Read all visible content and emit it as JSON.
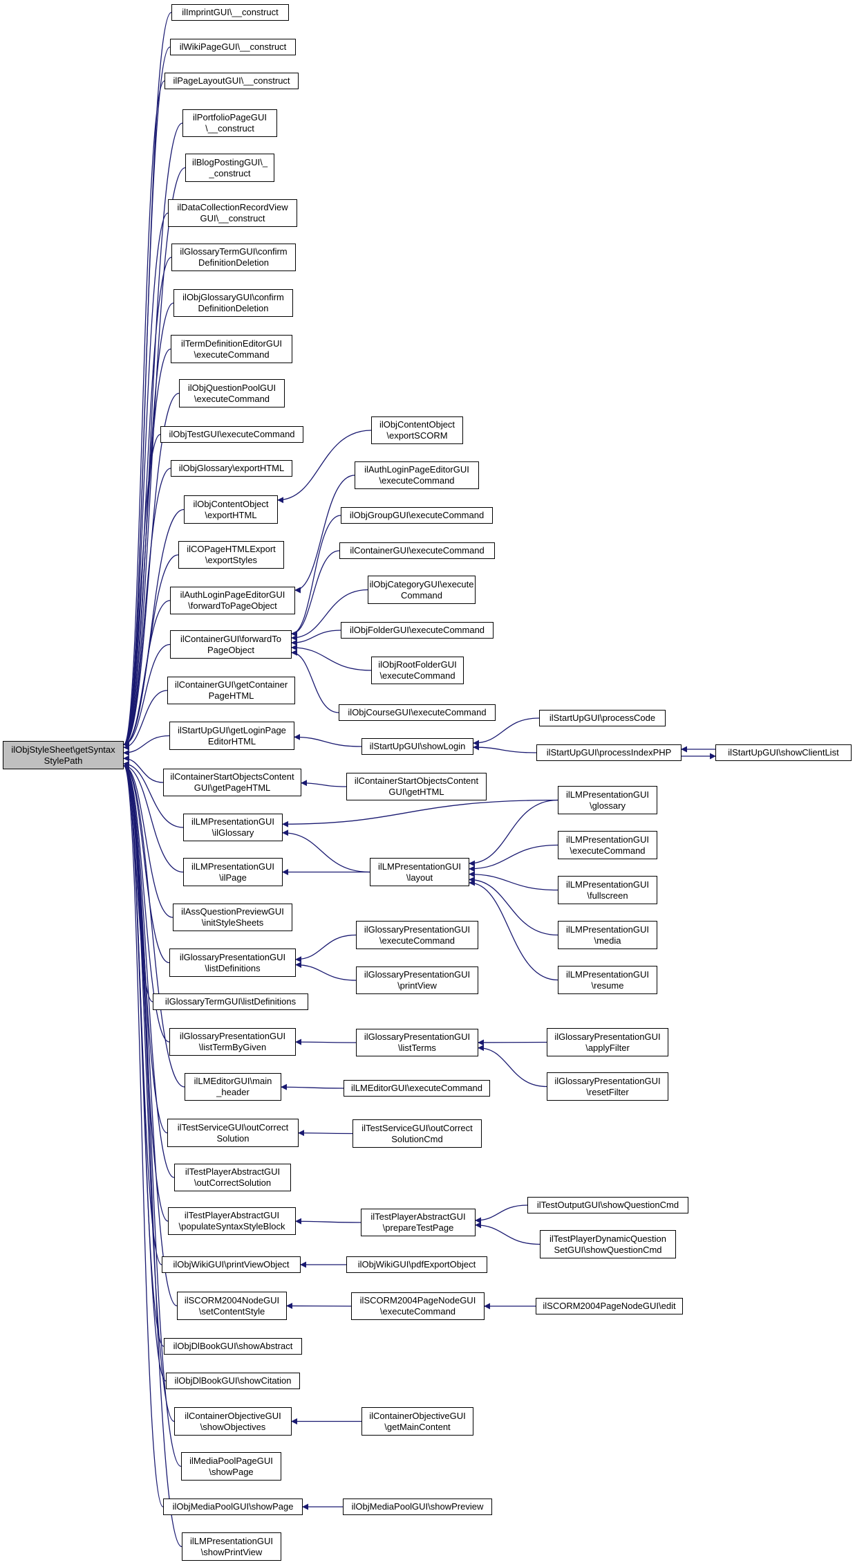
{
  "nodes": {
    "root": "ilObjStyleSheet\\getSyntax\nStylePath",
    "c0": "ilImprintGUI\\__construct",
    "c1": "ilWikiPageGUI\\__construct",
    "c2": "ilPageLayoutGUI\\__construct",
    "c3": "ilPortfolioPageGUI\n\\__construct",
    "c4": "ilBlogPostingGUI\\_\n_construct",
    "c5": "ilDataCollectionRecordView\nGUI\\__construct",
    "c6": "ilGlossaryTermGUI\\confirm\nDefinitionDeletion",
    "c7": "ilObjGlossaryGUI\\confirm\nDefinitionDeletion",
    "c8": "ilTermDefinitionEditorGUI\n\\executeCommand",
    "c9": "ilObjQuestionPoolGUI\n\\executeCommand",
    "c10": "ilObjTestGUI\\executeCommand",
    "c11": "ilObjGlossary\\exportHTML",
    "c12": "ilObjContentObject\n\\exportHTML",
    "c13": "ilCOPageHTMLExport\n\\exportStyles",
    "c14": "ilAuthLoginPageEditorGUI\n\\forwardToPageObject",
    "c15": "ilContainerGUI\\forwardTo\nPageObject",
    "c16": "ilContainerGUI\\getContainer\nPageHTML",
    "c17": "ilStartUpGUI\\getLoginPage\nEditorHTML",
    "c18": "ilContainerStartObjectsContent\nGUI\\getPageHTML",
    "c19": "ilLMPresentationGUI\n\\ilGlossary",
    "c20": "ilLMPresentationGUI\n\\ilPage",
    "c21": "ilAssQuestionPreviewGUI\n\\initStyleSheets",
    "c22": "ilGlossaryPresentationGUI\n\\listDefinitions",
    "c23": "ilGlossaryTermGUI\\listDefinitions",
    "c24": "ilGlossaryPresentationGUI\n\\listTermByGiven",
    "c25": "ilLMEditorGUI\\main\n_header",
    "c26": "ilTestServiceGUI\\outCorrect\nSolution",
    "c27": "ilTestPlayerAbstractGUI\n\\outCorrectSolution",
    "c28": "ilTestPlayerAbstractGUI\n\\populateSyntaxStyleBlock",
    "c29": "ilObjWikiGUI\\printViewObject",
    "c30": "ilSCORM2004NodeGUI\n\\setContentStyle",
    "c31": "ilObjDlBookGUI\\showAbstract",
    "c32": "ilObjDlBookGUI\\showCitation",
    "c33": "ilContainerObjectiveGUI\n\\showObjectives",
    "c34": "ilMediaPoolPageGUI\n\\showPage",
    "c35": "ilObjMediaPoolGUI\\showPage",
    "c36": "ilLMPresentationGUI\n\\showPrintView",
    "d0": "ilObjContentObject\n\\exportSCORM",
    "d1": "ilAuthLoginPageEditorGUI\n\\executeCommand",
    "d2": "ilObjGroupGUI\\executeCommand",
    "d3": "ilContainerGUI\\executeCommand",
    "d4": "ilObjCategoryGUI\\execute\nCommand",
    "d5": "ilObjFolderGUI\\executeCommand",
    "d6": "ilObjRootFolderGUI\n\\executeCommand",
    "d7": "ilObjCourseGUI\\executeCommand",
    "d8": "ilStartUpGUI\\showLogin",
    "d9": "ilContainerStartObjectsContent\nGUI\\getHTML",
    "d10": "ilLMPresentationGUI\n\\layout",
    "d11": "ilGlossaryPresentationGUI\n\\executeCommand",
    "d12": "ilGlossaryPresentationGUI\n\\printView",
    "d13": "ilGlossaryPresentationGUI\n\\listTerms",
    "d14": "ilLMEditorGUI\\executeCommand",
    "d15": "ilTestServiceGUI\\outCorrect\nSolutionCmd",
    "d16": "ilTestPlayerAbstractGUI\n\\prepareTestPage",
    "d17": "ilObjWikiGUI\\pdfExportObject",
    "d18": "ilSCORM2004PageNodeGUI\n\\executeCommand",
    "d19": "ilContainerObjectiveGUI\n\\getMainContent",
    "d20": "ilObjMediaPoolGUI\\showPreview",
    "e0": "ilStartUpGUI\\processCode",
    "e1": "ilStartUpGUI\\processIndexPHP",
    "e2": "ilLMPresentationGUI\n\\glossary",
    "e3": "ilLMPresentationGUI\n\\executeCommand",
    "e4": "ilLMPresentationGUI\n\\fullscreen",
    "e5": "ilLMPresentationGUI\n\\media",
    "e6": "ilLMPresentationGUI\n\\resume",
    "e7": "ilGlossaryPresentationGUI\n\\applyFilter",
    "e8": "ilGlossaryPresentationGUI\n\\resetFilter",
    "e9": "ilTestOutputGUI\\showQuestionCmd",
    "e10": "ilTestPlayerDynamicQuestion\nSetGUI\\showQuestionCmd",
    "e11": "ilSCORM2004PageNodeGUI\\edit",
    "f0": "ilStartUpGUI\\showClientList"
  }
}
